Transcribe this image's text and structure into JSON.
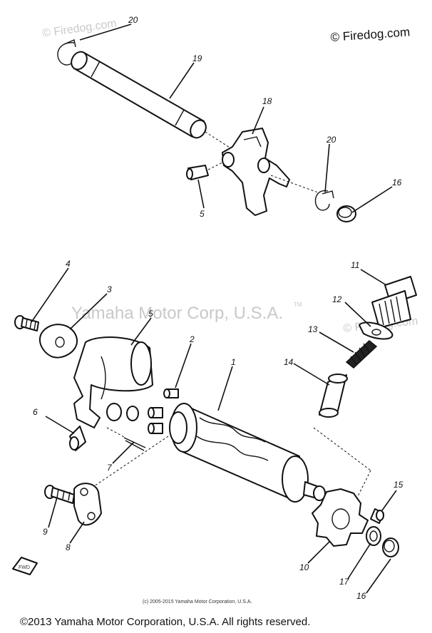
{
  "watermarks": {
    "firedog_top_left": "© Firedog.com",
    "firedog_top_right": "© Firedog.com",
    "yamaha_center": "Yamaha Motor Corp, U.S.A.",
    "tm_mark": "TM",
    "firedog_mid_right": "© Firedog.com"
  },
  "reference_line": "(c) 2005-2015 Yamaha Motor Corporation, U.S.A.",
  "footer_copyright": "©2013 Yamaha Motor Corporation, U.S.A. All rights reserved.",
  "front_mark": "FWD",
  "callouts": [
    "20",
    "19",
    "18",
    "20",
    "16",
    "5",
    "4",
    "3",
    "5",
    "2",
    "1",
    "11",
    "12",
    "13",
    "14",
    "6",
    "7",
    "9",
    "8",
    "10",
    "17",
    "15",
    "16"
  ]
}
